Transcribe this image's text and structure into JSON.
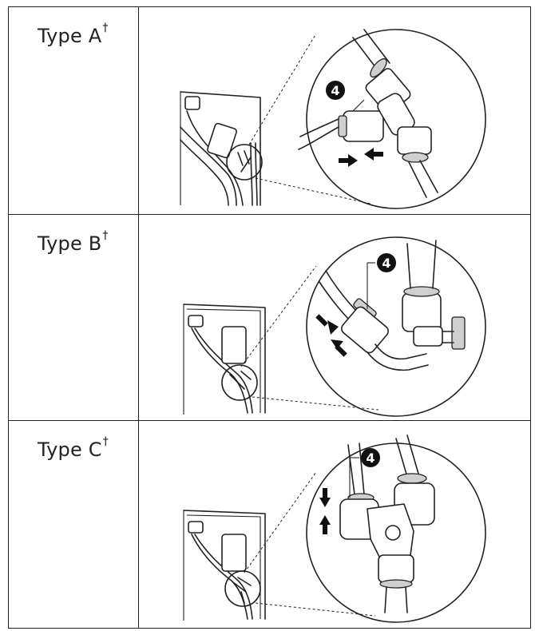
{
  "rows": [
    {
      "type_label": "Type A",
      "mark": "†",
      "callout": "4"
    },
    {
      "type_label": "Type B",
      "mark": "†",
      "callout": "4"
    },
    {
      "type_label": "Type C",
      "mark": "†",
      "callout": "4"
    }
  ],
  "icons": {
    "callout_badge": "filled-circle-number",
    "press_arrows": "black-double-arrow-pinch"
  }
}
